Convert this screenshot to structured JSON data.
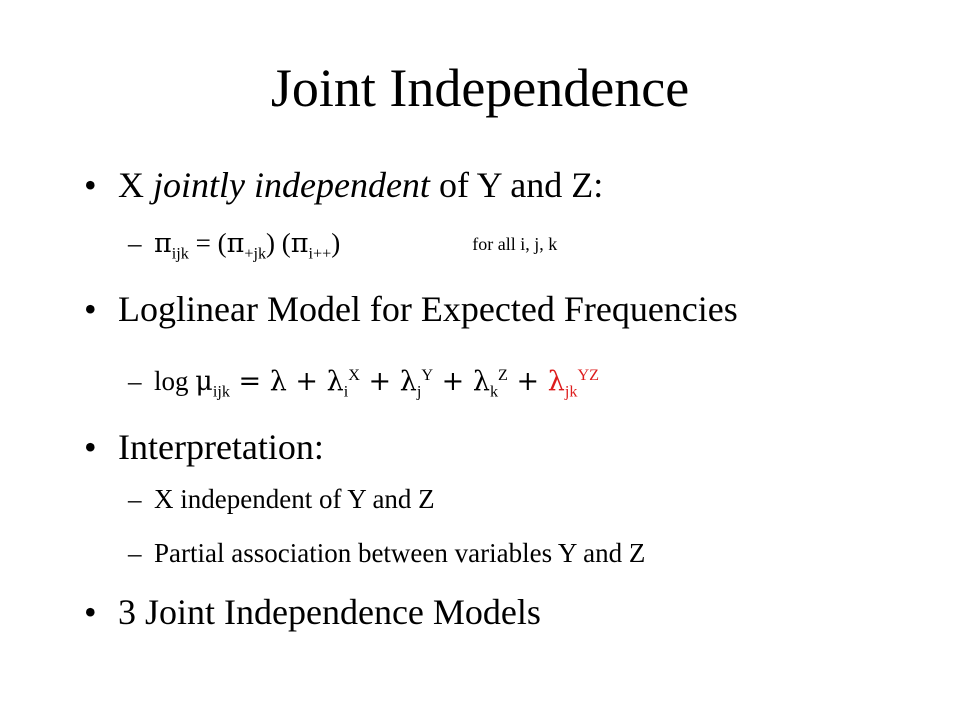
{
  "title": "Joint Independence",
  "bullets": {
    "b1": {
      "pre": "X ",
      "italic": "jointly independent",
      "post": " of Y and Z:"
    },
    "b1_sub": {
      "pi": "π",
      "ijk": "ijk",
      "eq": " =  (",
      "pi2": "π",
      "jk": "+jk",
      "mid": ") (",
      "pi3": "π",
      "ipp": "i++",
      "close": ")",
      "note": "for all i, j, k"
    },
    "b2": "Loglinear Model for Expected Frequencies",
    "b2_sub": {
      "log": "log ",
      "mu": "μ",
      "ijk": "ijk",
      "eq": " = λ + λ",
      "i": "i",
      "X": "X",
      "p1": " + λ",
      "j": "j",
      "Y": "Y",
      "p2": " + λ",
      "k": "k",
      "Z": "Z",
      "p3": " + ",
      "lam_red": "λ",
      "jk": "jk",
      "YZ": "YZ"
    },
    "b3": "Interpretation:",
    "b3_sub1": "X independent of Y and Z",
    "b3_sub2": "Partial association between variables Y and Z",
    "b4": "3 Joint Independence Models"
  },
  "symbols": {
    "bullet": "•",
    "dash": "–"
  },
  "colors": {
    "text": "#000000",
    "highlight": "#dd1c1c",
    "background": "#ffffff"
  }
}
